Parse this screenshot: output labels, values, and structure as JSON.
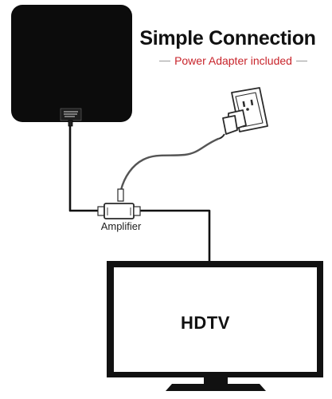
{
  "header": {
    "title": "Simple Connection",
    "subtitle": "Power Adapter included",
    "accent_color": "#c8242b"
  },
  "diagram": {
    "amplifier_label": "Amplifier",
    "tv_label": "HDTV"
  },
  "icons": [
    "antenna-icon",
    "amplifier-icon",
    "power-adapter-icon",
    "wall-outlet-icon",
    "tv-icon"
  ]
}
